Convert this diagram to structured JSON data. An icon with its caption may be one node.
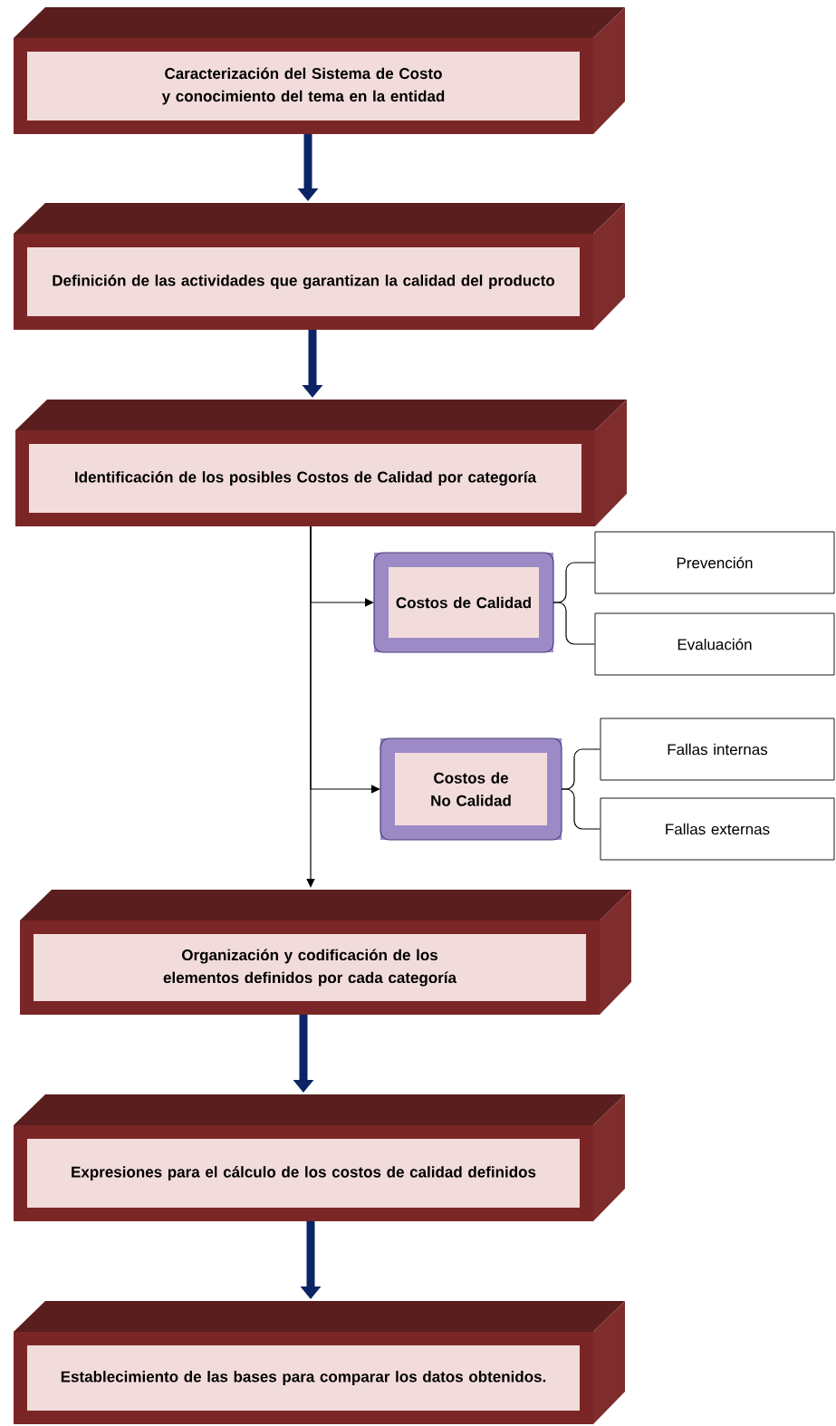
{
  "diagram": {
    "nodes": [
      {
        "text": [
          "Caracterización del Sistema de Costo y conocimiento del tema en la entidad"
        ]
      },
      {
        "text": [
          "Definición de las actividades que garantizan la calidad del producto"
        ]
      },
      {
        "text": [
          "Identificación de los posibles Costos de Calidad por categoría"
        ]
      },
      {
        "text": [
          "Costos de Calidad"
        ]
      },
      {
        "text": [
          "Prevención"
        ]
      },
      {
        "text": [
          "Evaluación"
        ]
      },
      {
        "text": [
          "Costos de No Calidad"
        ]
      },
      {
        "text": [
          "Fallas internas"
        ]
      },
      {
        "text": [
          "Fallas externas"
        ]
      },
      {
        "text": [
          "Organización y codificación de los elementos definidos por cada categoría"
        ]
      },
      {
        "text": [
          "Expresiones para el cálculo de los costos de calidad definidos"
        ]
      },
      {
        "text": [
          "Establecimiento de las bases para comparar los datos obtenidos."
        ]
      }
    ],
    "edges": [
      {
        "from": 0,
        "to": 1,
        "arrow": "to",
        "style": "thick",
        "color": "#0b2466"
      },
      {
        "from": 1,
        "to": 2,
        "arrow": "to",
        "style": "thick",
        "color": "#0b2466"
      },
      {
        "from": 2,
        "to": 3,
        "arrow": "to"
      },
      {
        "from": 2,
        "to": 6,
        "arrow": "to"
      },
      {
        "from": 2,
        "to": 9,
        "arrow": "to"
      },
      {
        "from": 3,
        "to": 4,
        "arrow": "none"
      },
      {
        "from": 3,
        "to": 5,
        "arrow": "none"
      },
      {
        "from": 6,
        "to": 7,
        "arrow": "none"
      },
      {
        "from": 6,
        "to": 8,
        "arrow": "none"
      },
      {
        "from": 9,
        "to": 10,
        "arrow": "to",
        "style": "thick",
        "color": "#0b2466"
      },
      {
        "from": 10,
        "to": 11,
        "arrow": "to",
        "style": "thick",
        "color": "#0b2466"
      }
    ]
  }
}
